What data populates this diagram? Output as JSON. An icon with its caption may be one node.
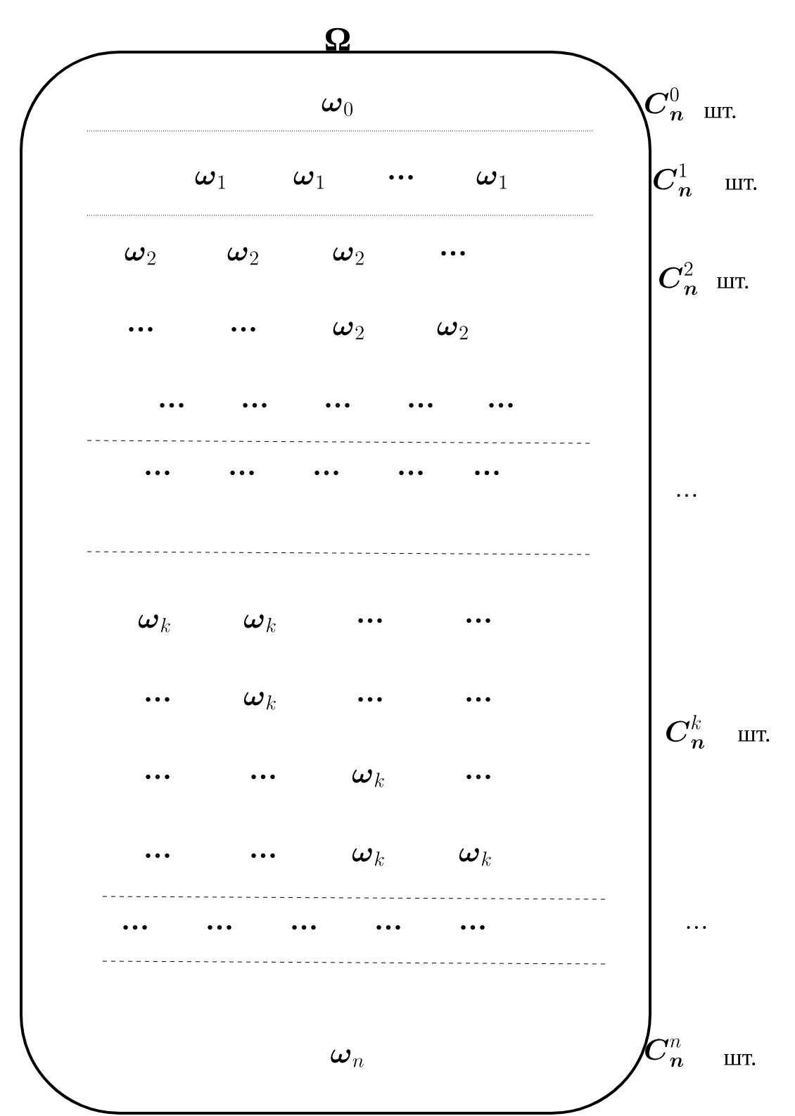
{
  "diagram": {
    "nodes": [
      {
        "text": [
          "Ω"
        ]
      }
    ],
    "labels": [
      "\\boldsymbol{\\omega}_{0}",
      "\\boldsymbol{C}_{\\boldsymbol{n}}^{0}",
      "шт.",
      "\\boldsymbol{\\omega}_{1}",
      "\\boldsymbol{\\omega}_{1}",
      "…",
      "\\boldsymbol{\\omega}_{1}",
      "\\boldsymbol{C}_{\\boldsymbol{n}}^{1}",
      "шт.",
      "\\boldsymbol{\\omega}_{2}",
      "\\boldsymbol{\\omega}_{2}",
      "\\boldsymbol{\\omega}_{2}",
      "…",
      "\\boldsymbol{C}_{\\boldsymbol{n}}^{2}",
      "шт.",
      "…",
      "…",
      "\\boldsymbol{\\omega}_{2}",
      "\\boldsymbol{\\omega}_{2}",
      "…",
      "…",
      "…",
      "…",
      "…",
      "…",
      "…",
      "…",
      "…",
      "…",
      "…",
      "\\boldsymbol{\\omega}_{k}",
      "\\boldsymbol{\\omega}_{k}",
      "…",
      "…",
      "…",
      "\\boldsymbol{\\omega}_{k}",
      "…",
      "…",
      "\\boldsymbol{C}_{\\boldsymbol{n}}^{k}",
      "шт.",
      "…",
      "…",
      "\\boldsymbol{\\omega}_{k}",
      "…",
      "…",
      "…",
      "\\boldsymbol{\\omega}_{k}",
      "\\boldsymbol{\\omega}_{k}",
      "…",
      "…",
      "…",
      "…",
      "…",
      "…",
      "\\boldsymbol{\\omega}_{n}",
      "\\boldsymbol{C}_{\\boldsymbol{n}}^{n}",
      "шт."
    ]
  }
}
